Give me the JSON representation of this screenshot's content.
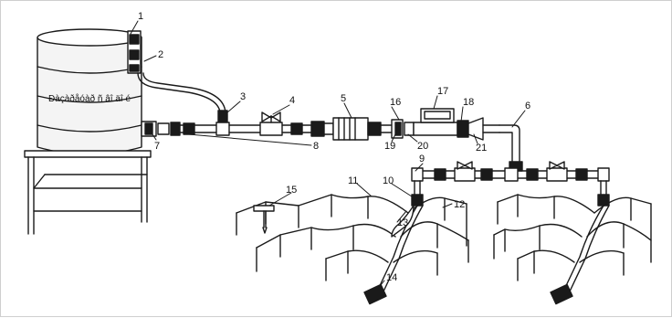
{
  "tank": {
    "label": "Ðàçàðåóàð ñ âî äî é"
  },
  "callouts": [
    {
      "id": "1",
      "text": "1"
    },
    {
      "id": "2",
      "text": "2"
    },
    {
      "id": "3",
      "text": "3"
    },
    {
      "id": "4",
      "text": "4"
    },
    {
      "id": "5",
      "text": "5"
    },
    {
      "id": "6",
      "text": "6"
    },
    {
      "id": "7",
      "text": "7"
    },
    {
      "id": "8",
      "text": "8"
    },
    {
      "id": "9",
      "text": "9"
    },
    {
      "id": "10",
      "text": "10"
    },
    {
      "id": "11",
      "text": "11"
    },
    {
      "id": "12",
      "text": "12"
    },
    {
      "id": "13",
      "text": "13"
    },
    {
      "id": "14",
      "text": "14"
    },
    {
      "id": "15",
      "text": "15"
    },
    {
      "id": "16",
      "text": "16"
    },
    {
      "id": "17",
      "text": "17"
    },
    {
      "id": "18",
      "text": "18"
    },
    {
      "id": "19",
      "text": "19"
    },
    {
      "id": "20",
      "text": "20"
    },
    {
      "id": "21",
      "text": "21"
    }
  ],
  "colors": {
    "line": "#1a1a1a",
    "tank_fill": "#f4f4f4",
    "background": "#ffffff"
  }
}
